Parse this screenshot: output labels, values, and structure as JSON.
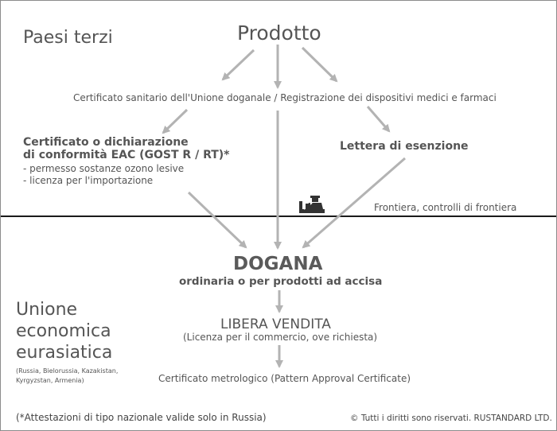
{
  "regions": {
    "third_countries": "Paesi terzi",
    "eaeu_lines": [
      "Unione",
      "economica",
      "eurasiatica"
    ],
    "eaeu_countries": "(Russia, Bielorussia, Kazakistan, Kyrgyzstan, Armenia)"
  },
  "nodes": {
    "product": "Prodotto",
    "health_certificate": "Certificato sanitario dell'Unione doganale / Registrazione dei dispositivi medici e farmaci",
    "eac": {
      "title_line1": "Certificato o dichiarazione",
      "title_line2": "di conformità EAC (GOST R / RT)*",
      "items": [
        "- permesso sostanze ozono lesive",
        "- licenza per l'importazione"
      ]
    },
    "exemption_letter": "Lettera di esenzione",
    "border": "Frontiera, controlli di frontiera",
    "customs": "DOGANA",
    "customs_sub": "ordinaria o per prodotti ad accisa",
    "free_sale": "LIBERA VENDITA",
    "free_sale_sub": "(Licenza per il commercio, ove richiesta)",
    "metrology": "Certificato metrologico (Pattern Approval Certificate)"
  },
  "footer": {
    "note": "(*Attestazioni di tipo nazionale valide solo in Russia)",
    "copyright": "© Tutti i diritti sono riservati. RUSTANDARD LTD."
  },
  "icons": {
    "border_control": "customs-officer-icon"
  },
  "colors": {
    "arrow": "#b3b3b3",
    "text": "#555555",
    "border_line": "#1a1a1a"
  }
}
